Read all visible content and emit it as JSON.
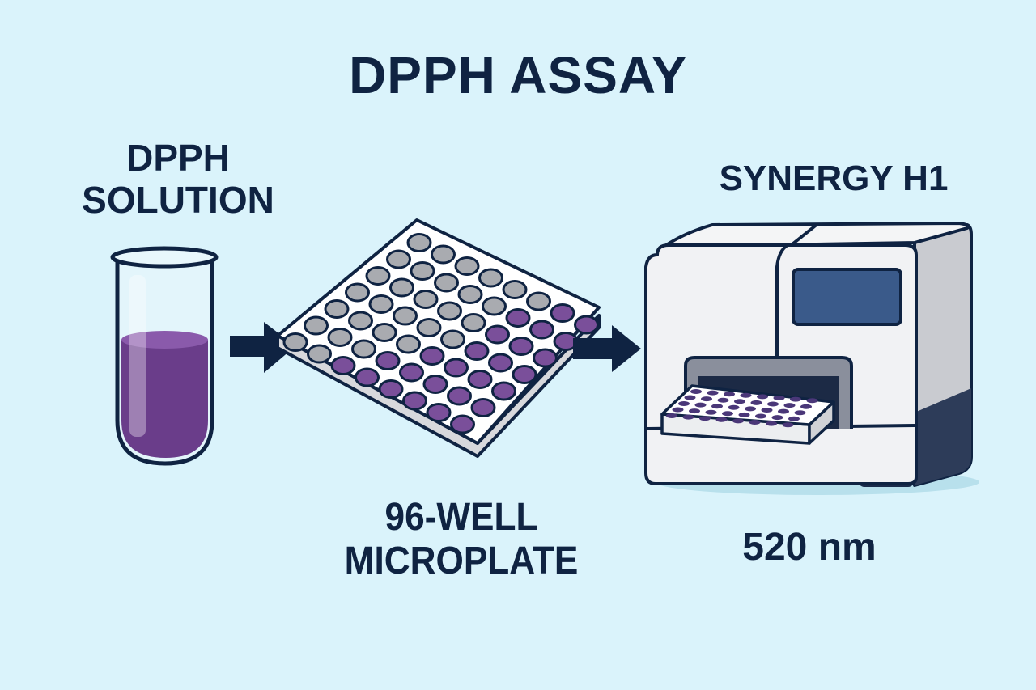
{
  "title": "DPPH ASSAY",
  "steps": [
    {
      "id": "solution",
      "label_lines": [
        "DPPH",
        "SOLUTION"
      ],
      "icon": "test-tube-icon"
    },
    {
      "id": "plate",
      "label_lines": [
        "96-WELL",
        "MICROPLATE"
      ],
      "icon": "microplate-icon"
    },
    {
      "id": "reader",
      "label": "SYNERGY H1",
      "icon": "plate-reader-icon",
      "measurement": "520 nm"
    }
  ],
  "arrows": [
    {
      "from": "solution",
      "to": "plate",
      "icon": "arrow-right-icon"
    },
    {
      "from": "plate",
      "to": "reader",
      "icon": "arrow-right-icon"
    }
  ],
  "plate_wells": {
    "rows": 7,
    "cols": 8,
    "purple_description": "lower-right diagonal half purple (reacted), upper-left grey"
  },
  "colors": {
    "background": "#daf3fb",
    "ink": "#0f2342",
    "dpph_purple": "#6a3d8a",
    "dpph_purple_light": "#8a5aab",
    "well_purple": "#7a4f9a",
    "well_grey": "#a9abb0",
    "screen": "#3a5a8a",
    "instrument_body": "#f1f2f4",
    "instrument_side": "#c9cbd0"
  }
}
